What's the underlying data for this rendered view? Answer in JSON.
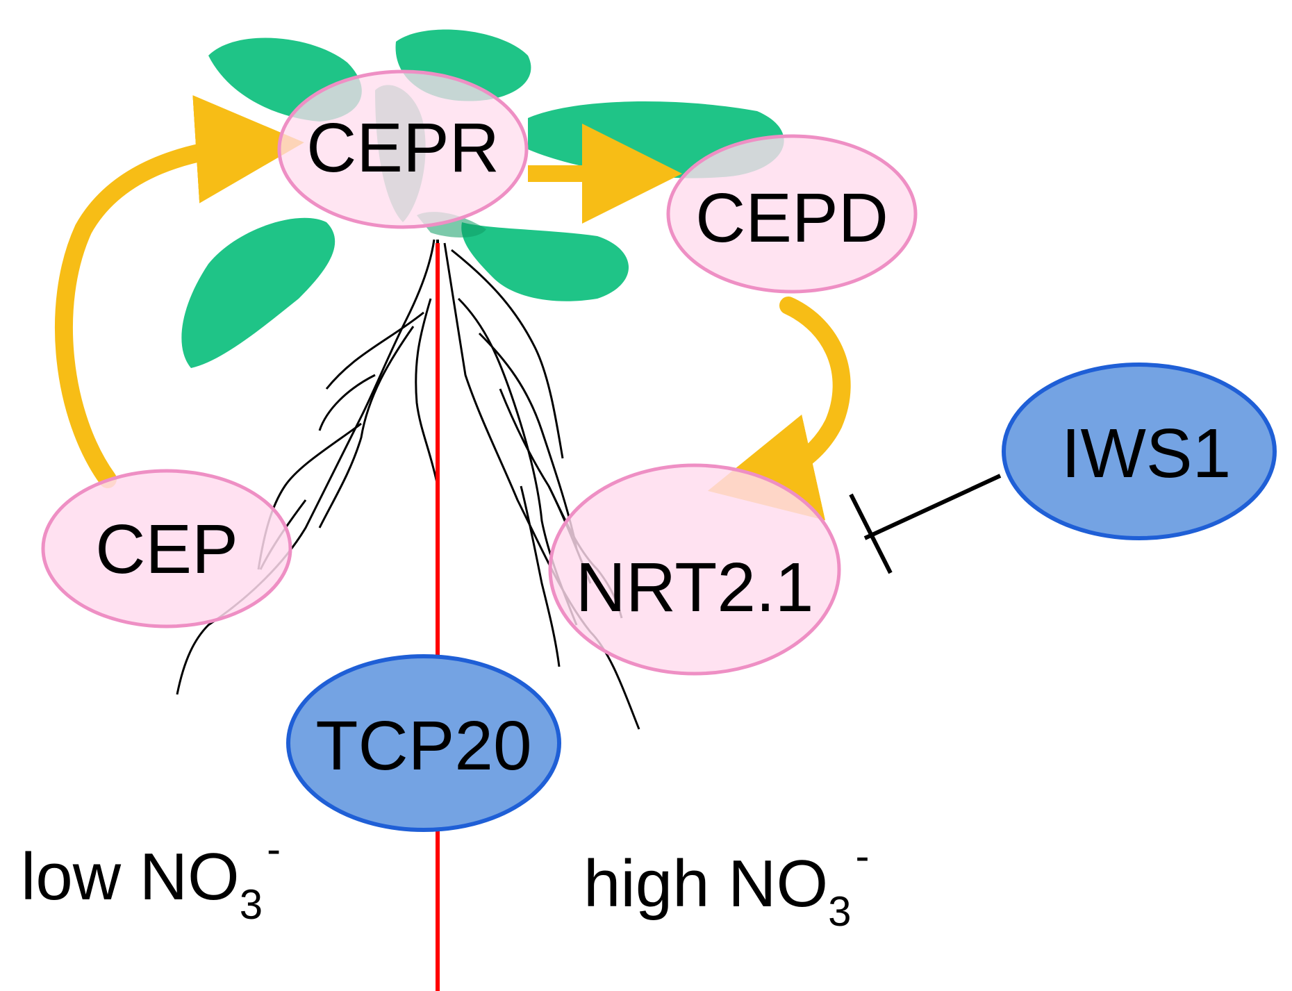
{
  "nodes": {
    "cepr": {
      "label": "CEPR"
    },
    "cepd": {
      "label": "CEPD"
    },
    "cep": {
      "label": "CEP"
    },
    "nrt21": {
      "label": "NRT2.1"
    },
    "iws1": {
      "label": "IWS1"
    },
    "tcp20": {
      "label": "TCP20"
    }
  },
  "conditions": {
    "low": {
      "prefix": "low NO",
      "sub": "3",
      "sup": "-"
    },
    "high": {
      "prefix": "high NO",
      "sub": "3",
      "sup": "-"
    }
  },
  "colors": {
    "pink_fill": "#ffdcee",
    "pink_stroke": "#ee8fc4",
    "blue_fill": "#74a3e3",
    "blue_stroke": "#1f5fd6",
    "arrow": "#f7bd16",
    "arrow_dark": "#cf9a0c",
    "leaf": "#1fc487",
    "leaf_dark": "#0f9c64",
    "root_line": "#ff0000",
    "inhibition": "#000000"
  }
}
